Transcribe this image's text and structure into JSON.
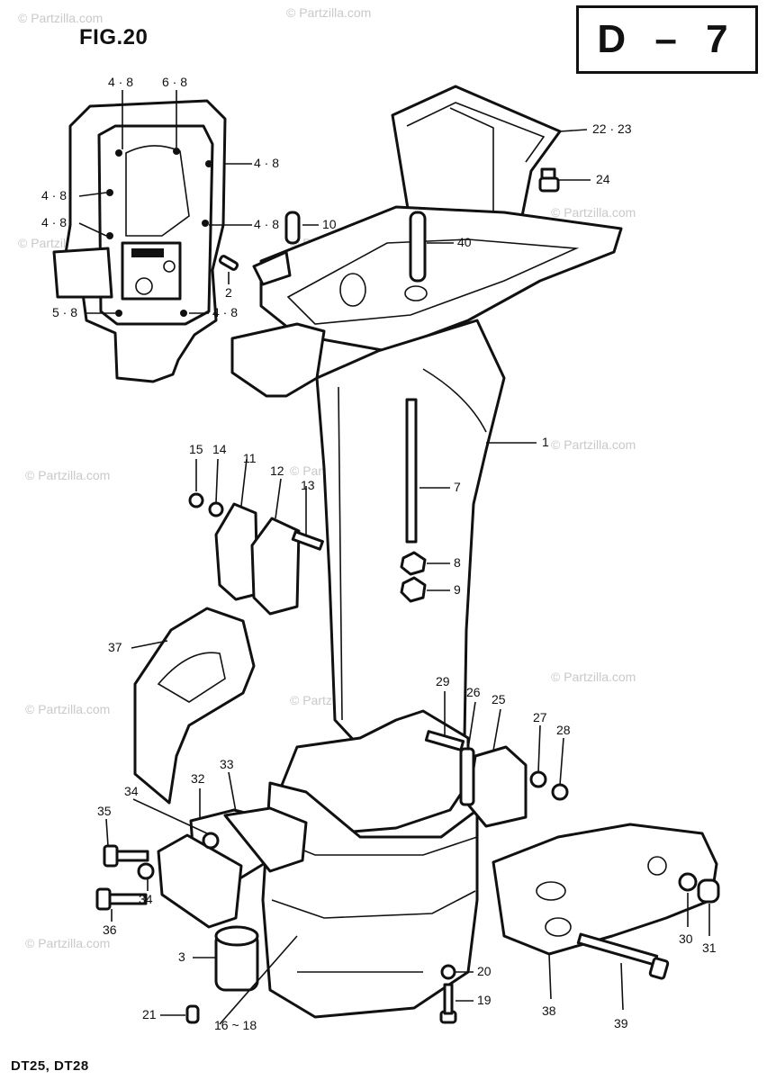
{
  "figure": "FIG.20",
  "page_code": "D – 7",
  "models": "DT25, DT28",
  "watermark": "© Partzilla.com",
  "callouts": [
    {
      "id": "c-4-8-a",
      "text": "4 · 8"
    },
    {
      "id": "c-6-8",
      "text": "6 · 8"
    },
    {
      "id": "c-4-8-b",
      "text": "4 · 8"
    },
    {
      "id": "c-4-8-c",
      "text": "4 · 8"
    },
    {
      "id": "c-4-8-d",
      "text": "4 · 8"
    },
    {
      "id": "c-4-8-e",
      "text": "4 · 8"
    },
    {
      "id": "c-5-8",
      "text": "5 · 8"
    },
    {
      "id": "c-4-8-f",
      "text": "4 · 8"
    },
    {
      "id": "c-22-23",
      "text": "22 · 23"
    },
    {
      "id": "c-24",
      "text": "24"
    },
    {
      "id": "c-10",
      "text": "10"
    },
    {
      "id": "c-40",
      "text": "40"
    },
    {
      "id": "c-2",
      "text": "2"
    },
    {
      "id": "c-1a",
      "text": "1"
    },
    {
      "id": "c-15",
      "text": "15"
    },
    {
      "id": "c-14",
      "text": "14"
    },
    {
      "id": "c-11",
      "text": "11"
    },
    {
      "id": "c-12",
      "text": "12"
    },
    {
      "id": "c-13",
      "text": "13"
    },
    {
      "id": "c-7",
      "text": "7"
    },
    {
      "id": "c-8",
      "text": "8"
    },
    {
      "id": "c-9",
      "text": "9"
    },
    {
      "id": "c-37",
      "text": "37"
    },
    {
      "id": "c-29",
      "text": "29"
    },
    {
      "id": "c-26",
      "text": "26"
    },
    {
      "id": "c-25",
      "text": "25"
    },
    {
      "id": "c-27",
      "text": "27"
    },
    {
      "id": "c-28",
      "text": "28"
    },
    {
      "id": "c-32",
      "text": "32"
    },
    {
      "id": "c-33",
      "text": "33"
    },
    {
      "id": "c-34a",
      "text": "34"
    },
    {
      "id": "c-35",
      "text": "35"
    },
    {
      "id": "c-34b",
      "text": "34"
    },
    {
      "id": "c-36",
      "text": "36"
    },
    {
      "id": "c-3",
      "text": "3"
    },
    {
      "id": "c-20",
      "text": "20"
    },
    {
      "id": "c-19",
      "text": "19"
    },
    {
      "id": "c-21",
      "text": "21"
    },
    {
      "id": "c-16-18",
      "text": "16 ~ 18"
    },
    {
      "id": "c-30",
      "text": "30"
    },
    {
      "id": "c-31",
      "text": "31"
    },
    {
      "id": "c-38",
      "text": "38"
    },
    {
      "id": "c-39",
      "text": "39"
    }
  ]
}
